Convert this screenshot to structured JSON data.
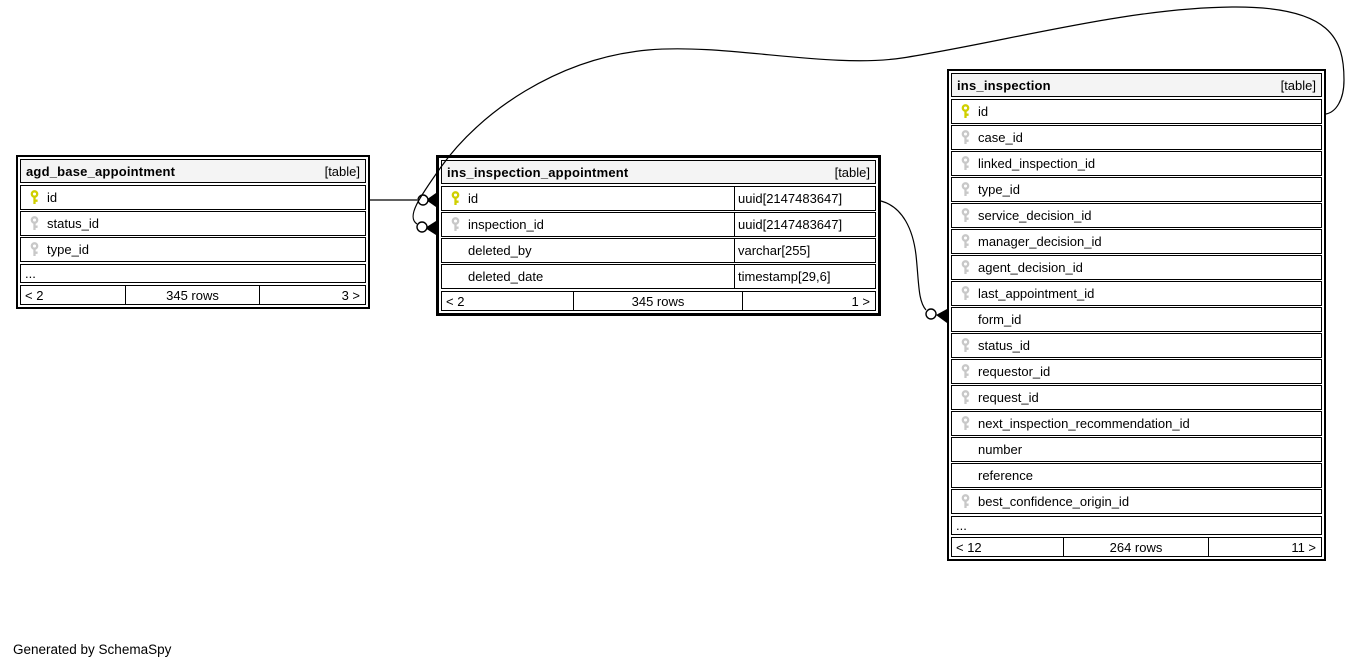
{
  "diagram": {
    "footer_note": "Generated by SchemaSpy",
    "colors": {
      "pk_key": "#cfcf00",
      "fk_key": "#c8c8c8",
      "header_bg": "#f4f4f4",
      "border": "#000000",
      "line": "#000000"
    },
    "tables": [
      {
        "name": "agd_base_appointment",
        "badge": "[table]",
        "focus": false,
        "columns": [
          {
            "name": "id",
            "key": "pk"
          },
          {
            "name": "status_id",
            "key": "fk"
          },
          {
            "name": "type_id",
            "key": "fk"
          }
        ],
        "ellipsis": "...",
        "footer": {
          "left": "< 2",
          "center": "345 rows",
          "right": "3 >"
        }
      },
      {
        "name": "ins_inspection_appointment",
        "badge": "[table]",
        "focus": true,
        "columns": [
          {
            "name": "id",
            "key": "pk",
            "type": "uuid[2147483647]"
          },
          {
            "name": "inspection_id",
            "key": "fk",
            "type": "uuid[2147483647]"
          },
          {
            "name": "deleted_by",
            "key": "",
            "type": "varchar[255]"
          },
          {
            "name": "deleted_date",
            "key": "",
            "type": "timestamp[29,6]"
          }
        ],
        "footer": {
          "left": "< 2",
          "center": "345 rows",
          "right": "1 >"
        }
      },
      {
        "name": "ins_inspection",
        "badge": "[table]",
        "focus": false,
        "columns": [
          {
            "name": "id",
            "key": "pk"
          },
          {
            "name": "case_id",
            "key": "fk"
          },
          {
            "name": "linked_inspection_id",
            "key": "fk"
          },
          {
            "name": "type_id",
            "key": "fk"
          },
          {
            "name": "service_decision_id",
            "key": "fk"
          },
          {
            "name": "manager_decision_id",
            "key": "fk"
          },
          {
            "name": "agent_decision_id",
            "key": "fk"
          },
          {
            "name": "last_appointment_id",
            "key": "fk"
          },
          {
            "name": "form_id",
            "key": ""
          },
          {
            "name": "status_id",
            "key": "fk"
          },
          {
            "name": "requestor_id",
            "key": "fk"
          },
          {
            "name": "request_id",
            "key": "fk"
          },
          {
            "name": "next_inspection_recommendation_id",
            "key": "fk"
          },
          {
            "name": "number",
            "key": ""
          },
          {
            "name": "reference",
            "key": ""
          },
          {
            "name": "best_confidence_origin_id",
            "key": "fk"
          }
        ],
        "ellipsis": "...",
        "footer": {
          "left": "< 12",
          "center": "264 rows",
          "right": "11 >"
        }
      }
    ],
    "relationships": [
      {
        "from": "agd_base_appointment.id",
        "to": "ins_inspection_appointment.id"
      },
      {
        "from": "ins_inspection.id",
        "to": "ins_inspection_appointment.inspection_id"
      },
      {
        "from": "ins_inspection_appointment.id",
        "to": "ins_inspection.last_appointment_id"
      }
    ]
  }
}
